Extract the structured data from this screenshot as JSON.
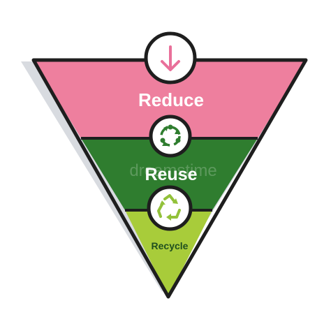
{
  "diagram": {
    "levels": [
      {
        "label": "Reduce",
        "icon": "down-arrow-icon",
        "fill": "#ee7f9e",
        "icon_color": "#e9709a"
      },
      {
        "label": "Reuse",
        "icon": "circular-arrows-icon",
        "fill": "#2f7d2f",
        "icon_color": "#2f7d2f"
      },
      {
        "label": "Recycle",
        "icon": "recycle-icon",
        "fill": "#a8cc3a",
        "icon_color": "#92c13a"
      }
    ],
    "outline_color": "#1e1e1e",
    "shadow_color": "#d8dbe0",
    "watermark": "dreamstime"
  }
}
